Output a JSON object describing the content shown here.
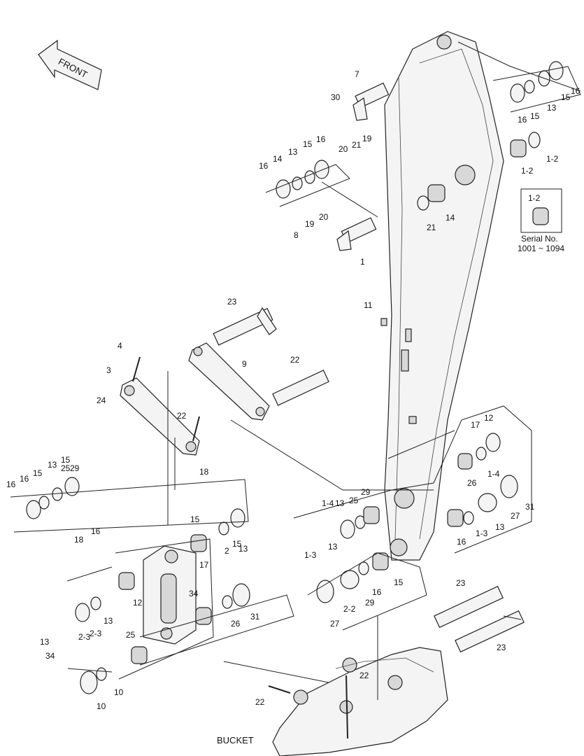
{
  "diagram": {
    "front_label": "FRONT",
    "bucket_label": "BUCKET",
    "serial_box": {
      "part": "1-2",
      "line1": "Serial No.",
      "line2": "1001 ~ 1094"
    },
    "callouts": [
      "7",
      "30",
      "19",
      "21",
      "20",
      "16",
      "15",
      "13",
      "16",
      "15",
      "16",
      "13",
      "15",
      "16",
      "14",
      "1-2",
      "1-2",
      "14",
      "21",
      "19",
      "20",
      "8",
      "1",
      "11",
      "23",
      "4",
      "3",
      "9",
      "22",
      "24",
      "22",
      "18",
      "17",
      "12",
      "1-4",
      "26",
      "31",
      "27",
      "13",
      "1-3",
      "16",
      "15",
      "13",
      "15",
      "16",
      "16",
      "15",
      "13",
      "2",
      "25",
      "29",
      "2-3",
      "2-3",
      "13",
      "15",
      "16",
      "18",
      "17",
      "12",
      "1-4",
      "13",
      "25",
      "29",
      "13",
      "1-3",
      "16",
      "15",
      "2-2",
      "13",
      "34",
      "26",
      "31",
      "27",
      "2-2",
      "29",
      "25",
      "13",
      "34",
      "10",
      "10",
      "23",
      "23",
      "22",
      "22"
    ]
  }
}
